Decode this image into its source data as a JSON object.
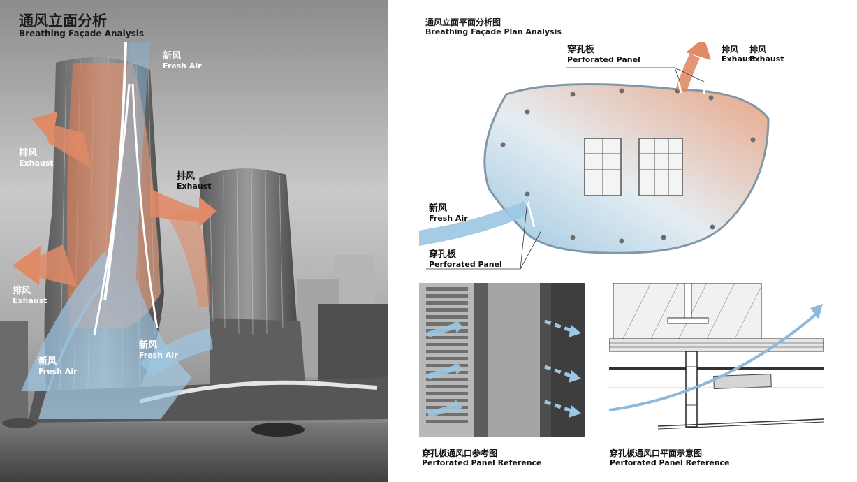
{
  "colors": {
    "exhaust": "#e08a66",
    "fresh_air": "#9cc6e2",
    "plan_outline": "#7f97a8"
  },
  "elevation": {
    "title_zh": "通风立面分析",
    "title_en": "Breathing Façade Analysis",
    "labels": [
      {
        "zh": "新风",
        "en": "Fresh Air"
      },
      {
        "zh": "排风",
        "en": "Exhaust"
      },
      {
        "zh": "排风",
        "en": "Exhaust"
      },
      {
        "zh": "排风",
        "en": "Exhaust"
      },
      {
        "zh": "新风",
        "en": "Fresh Air"
      },
      {
        "zh": "新风",
        "en": "Fresh Air"
      }
    ]
  },
  "plan": {
    "title_zh": "通风立面平面分析图",
    "title_en": "Breathing Façade Plan Analysis",
    "labels": [
      {
        "zh": "穿孔板",
        "en": "Perforated Panel"
      },
      {
        "zh": "排风",
        "en": "Exhaust"
      },
      {
        "zh": "排风",
        "en": "Exhaust"
      },
      {
        "zh": "新风",
        "en": "Fresh Air"
      },
      {
        "zh": "穿孔板",
        "en": "Perforated Panel"
      }
    ]
  },
  "reference_photo": {
    "caption_zh": "穿孔板通风口参考图",
    "caption_en": "Perforated Panel Reference"
  },
  "reference_section": {
    "caption_zh": "穿孔板通风口平面示意图",
    "caption_en": "Perforated Panel Reference"
  }
}
